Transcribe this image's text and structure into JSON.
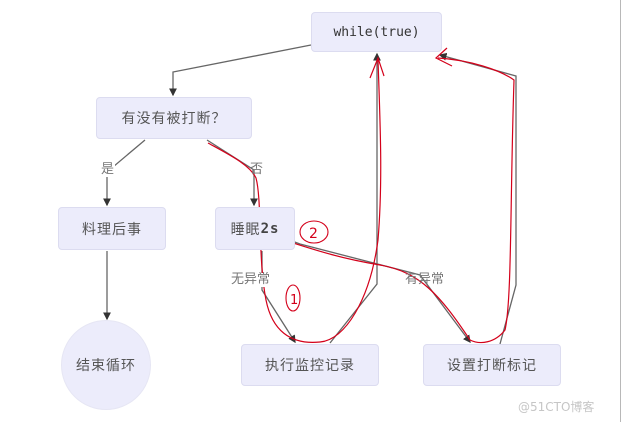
{
  "diagram": {
    "nodes": {
      "while": {
        "label": "while(true)"
      },
      "interrupted": {
        "label": "有没有被打断？"
      },
      "cleanup": {
        "label": "料理后事"
      },
      "sleep": {
        "label_text": "睡眠",
        "label_num": "2s"
      },
      "end_loop": {
        "label": "结束循环"
      },
      "monitor": {
        "label": "执行监控记录"
      },
      "set_flag": {
        "label": "设置打断标记"
      }
    },
    "edge_labels": {
      "yes": "是",
      "no": "否",
      "no_exception": "无异常",
      "exception": "有异常"
    },
    "annotations": {
      "marker_1": "1",
      "marker_2": "2",
      "annotation_color": "#d4001a"
    },
    "colors": {
      "node_fill": "#ececfb",
      "node_border": "#dcdcf0",
      "edge": "#666666"
    }
  },
  "watermark": "@51CTO博客"
}
